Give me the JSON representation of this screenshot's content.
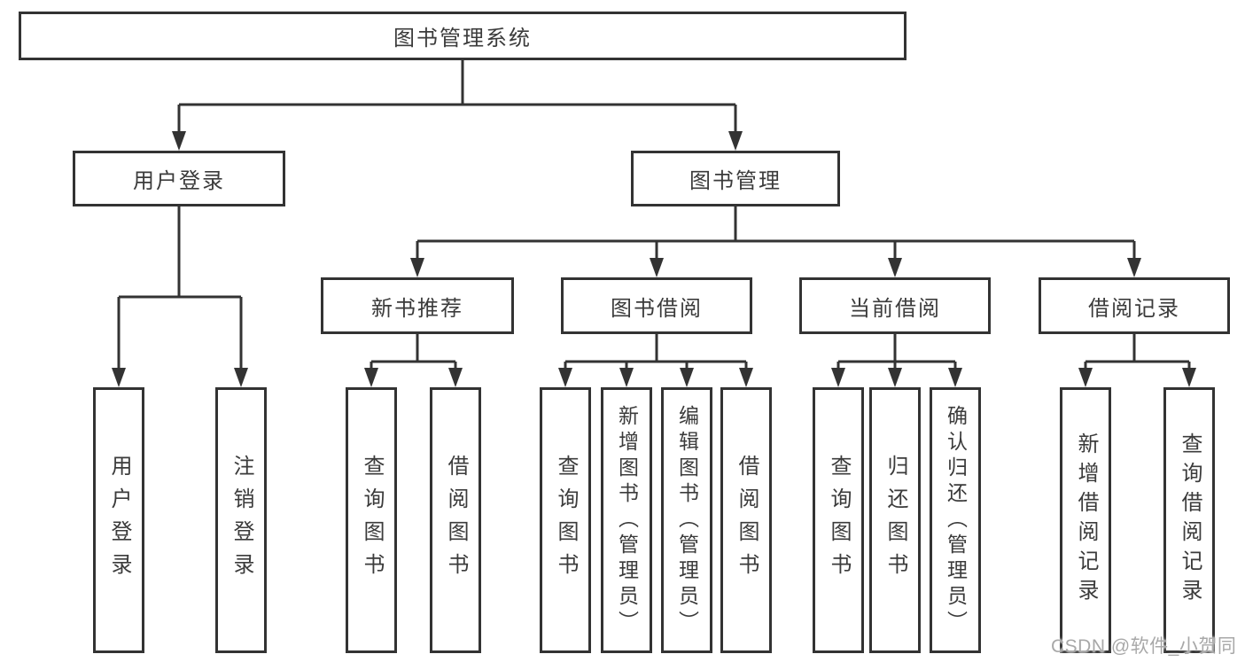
{
  "diagram_title": "图书管理系统",
  "tree": {
    "root": {
      "label": "图书管理系统"
    },
    "children": [
      {
        "label": "用户登录",
        "children": [
          {
            "label": "用户登录"
          },
          {
            "label": "注销登录"
          }
        ]
      },
      {
        "label": "图书管理",
        "children": [
          {
            "label": "新书推荐",
            "children": [
              {
                "label": "查询图书"
              },
              {
                "label": "借阅图书"
              }
            ]
          },
          {
            "label": "图书借阅",
            "children": [
              {
                "label": "查询图书"
              },
              {
                "label": "新增图书（管理员）"
              },
              {
                "label": "编辑图书（管理员）"
              },
              {
                "label": "借阅图书"
              }
            ]
          },
          {
            "label": "当前借阅",
            "children": [
              {
                "label": "查询图书"
              },
              {
                "label": "归还图书"
              },
              {
                "label": "确认归还（管理员）"
              }
            ]
          },
          {
            "label": "借阅记录",
            "children": [
              {
                "label": "新增借阅记录"
              },
              {
                "label": "查询借阅记录"
              }
            ]
          }
        ]
      }
    ]
  },
  "watermark": {
    "text": "CSDN @软件_小贺同学"
  },
  "colors": {
    "line": "#333333",
    "box_border": "#333333",
    "box_background": "#ffffff",
    "text": "#3b3b3b",
    "watermark_text": "#a8a8a8",
    "page_background": "#ffffff"
  }
}
